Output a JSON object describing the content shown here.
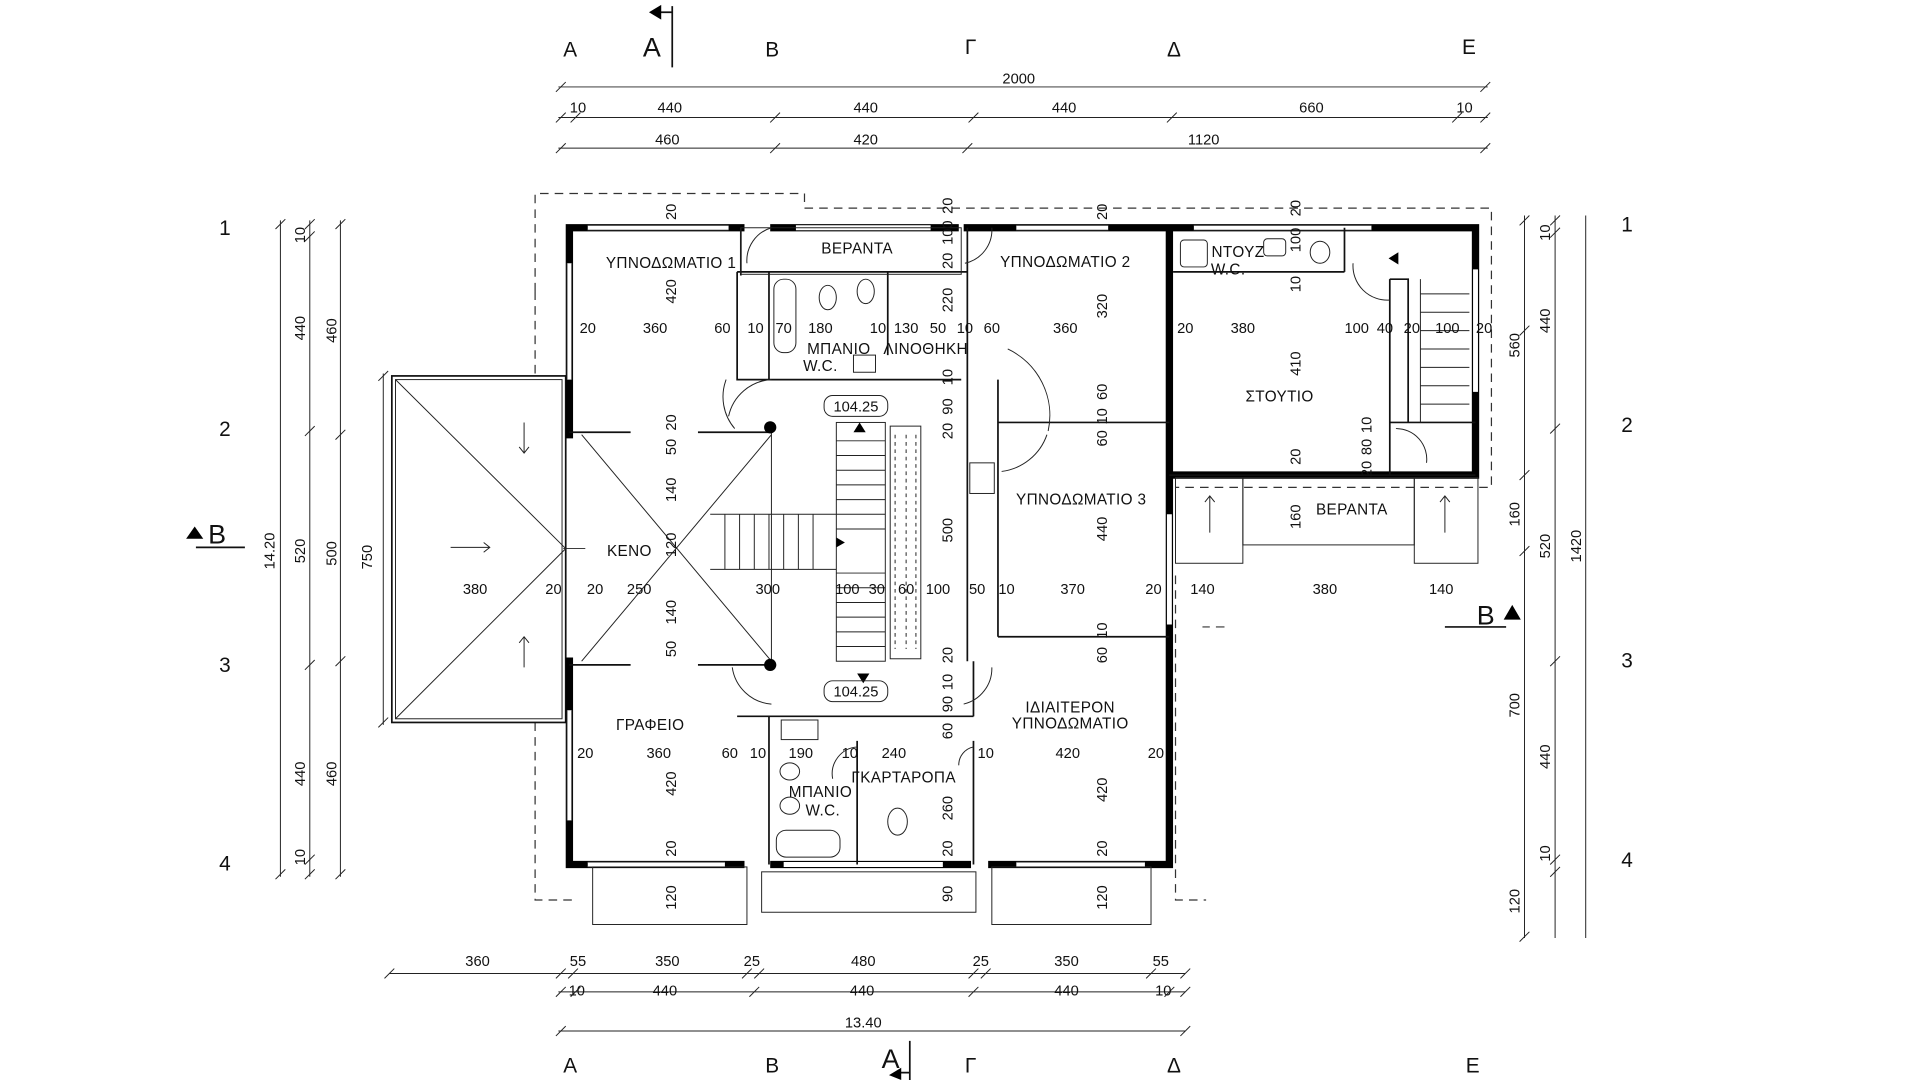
{
  "title": "Floor plan - upper level",
  "grid": {
    "columns": [
      "Α",
      "Β",
      "Γ",
      "Δ",
      "Ε"
    ],
    "rows": [
      "1",
      "2",
      "3",
      "4"
    ]
  },
  "sections": {
    "a": "Α",
    "b": "Β"
  },
  "dims_top": {
    "total": "2000",
    "row2": [
      "10",
      "440",
      "440",
      "440",
      "660",
      "10"
    ],
    "row3": [
      "460",
      "420",
      "1120"
    ]
  },
  "dims_bottom": {
    "row1": [
      "360",
      "55",
      "350",
      "25",
      "480",
      "25",
      "350",
      "55"
    ],
    "row2": [
      "10",
      "440",
      "440",
      "440",
      "10"
    ],
    "total": "13.40"
  },
  "dims_left": {
    "outer": [
      "10",
      "440",
      "520",
      "440",
      "10"
    ],
    "inner": [
      "460",
      "500",
      "460"
    ],
    "total": "14.20",
    "terrace": "750"
  },
  "dims_right": {
    "outer": [
      "10",
      "440",
      "160",
      "520",
      "440",
      "10"
    ],
    "inner": [
      "560",
      "700",
      "120"
    ],
    "total": "1420"
  },
  "rooms": {
    "bedroom1": "ΥΠΝΟΔΩΜΑΤΙΟ 1",
    "veranda_top": "ΒΕΡΑΝΤΑ",
    "bedroom2": "ΥΠΝΟΔΩΜΑΤΙΟ 2",
    "shower": "ΝΤΟΥΖ",
    "shower_wc": "W.C.",
    "bath_top": "ΜΠΑΝΙΟ",
    "bath_top_wc": "W.C.",
    "linen": "ΛΙΝΟΘΗΚΗ",
    "studio": "ΣΤΟΥΤΙΟ",
    "bedroom3": "ΥΠΝΟΔΩΜΑΤΙΟ 3",
    "void": "ΚΕΝΟ",
    "veranda_right": "ΒΕΡΑΝΤΑ",
    "office": "ΓΡΑΦΕΙΟ",
    "private_bedroom_1": "ΙΔΙΑΙΤΕΡΟΝ",
    "private_bedroom_2": "ΥΠΝΟΔΩΜΑΤΙΟ",
    "bath_bottom": "ΜΠΑΝΙΟ",
    "bath_bottom_wc": "W.C.",
    "wardrobe": "ΓΚΑΡΤΑΡΟΠΑ"
  },
  "levels": [
    "104.25",
    "104.25"
  ],
  "dims_interior": {
    "row_upper": [
      "20",
      "360",
      "60",
      "10",
      "70",
      "180",
      "10",
      "130",
      "50",
      "10",
      "60",
      "360",
      "20",
      "380",
      "100",
      "40",
      "20",
      "100",
      "20"
    ],
    "row_middle": [
      "380",
      "20",
      "20",
      "250",
      "300",
      "100",
      "30",
      "60",
      "100",
      "50",
      "10",
      "370",
      "20",
      "140",
      "380",
      "140"
    ],
    "row_lower": [
      "20",
      "360",
      "60",
      "10",
      "190",
      "10",
      "240",
      "10",
      "420",
      "20"
    ],
    "col_left": [
      "20",
      "420",
      "20",
      "50",
      "140",
      "120",
      "140",
      "50",
      "420",
      "20",
      "120"
    ],
    "col_center": [
      "20",
      "100",
      "20",
      "220",
      "10",
      "90",
      "20",
      "500",
      "20",
      "10",
      "90",
      "60",
      "260",
      "20",
      "90"
    ],
    "col_right": [
      "20",
      "320",
      "60",
      "10",
      "60",
      "440",
      "10",
      "60",
      "420",
      "20",
      "120"
    ],
    "col_studio": [
      "20",
      "100",
      "10",
      "410",
      "20",
      "10",
      "80",
      "20",
      "160"
    ]
  }
}
